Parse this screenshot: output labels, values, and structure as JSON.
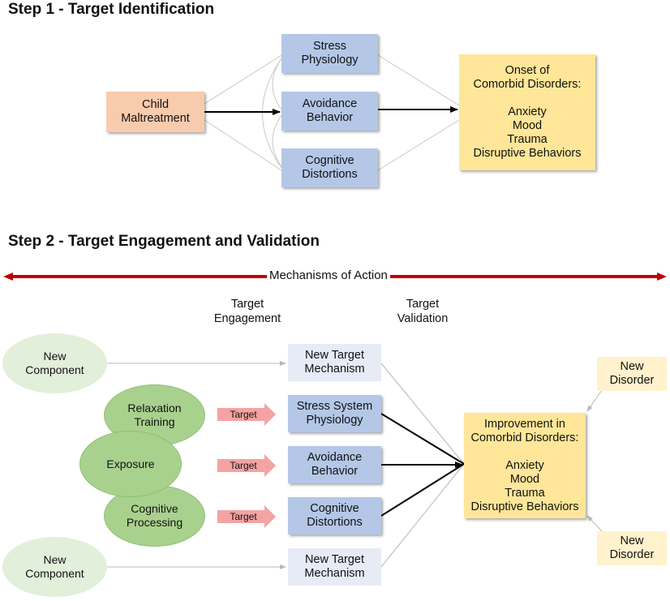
{
  "step1": {
    "heading": "Step 1 - Target Identification",
    "child_maltreatment": "Child\nMaltreatment",
    "stress_physiology": "Stress\nPhysiology",
    "avoidance_behavior": "Avoidance\nBehavior",
    "cognitive_distortions": "Cognitive\nDistortions",
    "onset": "Onset of\nComorbid Disorders:\n\nAnxiety\nMood\nTrauma\nDisruptive Behaviors"
  },
  "step2": {
    "heading": "Step 2 - Target Engagement and Validation",
    "mechanisms": "Mechanisms of Action",
    "target_engagement": "Target\nEngagement",
    "target_validation": "Target\nValidation",
    "new_component_top": "New\nComponent",
    "new_component_bottom": "New\nComponent",
    "relaxation_training": "Relaxation\nTraining",
    "exposure": "Exposure",
    "cognitive_processing": "Cognitive\nProcessing",
    "target_arrow_labels": [
      "Target",
      "Target",
      "Target"
    ],
    "new_target_mechanism_top": "New Target\nMechanism",
    "stress_system_physiology": "Stress System\nPhysiology",
    "avoidance_behavior": "Avoidance\nBehavior",
    "cognitive_distortions": "Cognitive\nDistortions",
    "new_target_mechanism_bottom": "New Target\nMechanism",
    "improvement": "Improvement in\nComorbid Disorders:\n\nAnxiety\nMood\nTrauma\nDisruptive Behaviors",
    "new_disorder_top": "New\nDisorder",
    "new_disorder_bottom": "New\nDisorder"
  },
  "colors": {
    "blue_box": "#b4c7e7",
    "orange_box": "#f8cbad",
    "yellow_box": "#ffe699",
    "green_oval": "#a9d18e",
    "red_arrow": "#c00000",
    "pink_arrow": "#f4a3a3"
  }
}
